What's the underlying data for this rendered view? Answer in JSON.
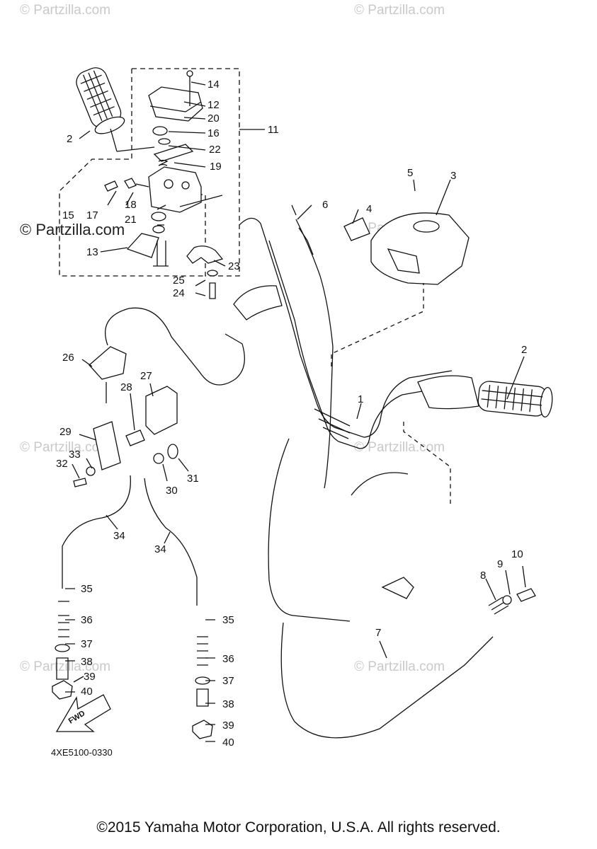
{
  "watermarks": {
    "faint": "© Partzilla.com",
    "dark": "© Partzilla.com"
  },
  "callouts": [
    "1",
    "2",
    "3",
    "4",
    "5",
    "6",
    "7",
    "8",
    "9",
    "10",
    "11",
    "12",
    "13",
    "14",
    "15",
    "16",
    "17",
    "18",
    "19",
    "20",
    "21",
    "22",
    "23",
    "24",
    "25",
    "26",
    "27",
    "28",
    "29",
    "30",
    "31",
    "32",
    "33",
    "34",
    "35",
    "36",
    "37",
    "38",
    "39",
    "40"
  ],
  "diagram_code": "4XE5100-0330",
  "fwd_label": "FWD",
  "copyright": "©2015 Yamaha Motor Corporation, U.S.A. All rights reserved."
}
